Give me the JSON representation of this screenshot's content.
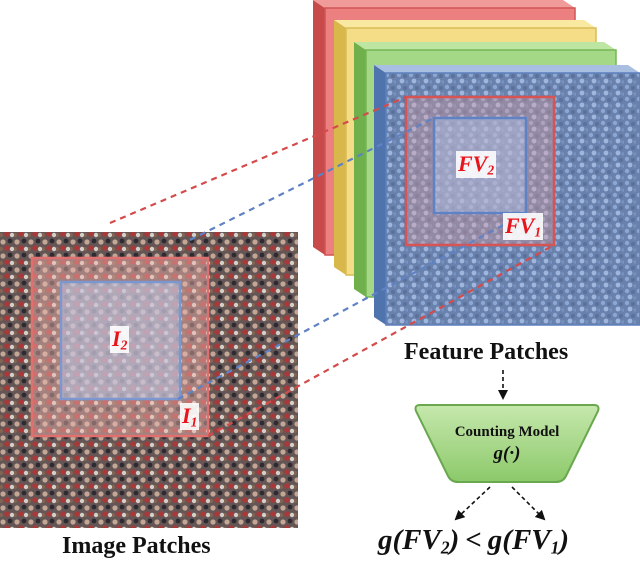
{
  "image_patches": {
    "caption": "Image Patches",
    "inner_label": "I",
    "inner_label_sub": "2",
    "outer_label": "I",
    "outer_label_sub": "1"
  },
  "feature_patches": {
    "caption": "Feature Patches",
    "inner_label": "FV",
    "inner_label_sub": "2",
    "outer_label": "FV",
    "outer_label_sub": "1",
    "layer_colors": [
      "#e86a6a",
      "#f2d56a",
      "#8fcf6a",
      "#6f94c9"
    ]
  },
  "counting_model": {
    "title": "Counting Model",
    "function": "g(·)",
    "fill_color": "#a9d98a",
    "border_color": "#6aa84f"
  },
  "result": {
    "left_func": "g(",
    "left_var": "FV",
    "left_sub": "2",
    "left_close": ")",
    "operator": "<",
    "right_func": "g(",
    "right_var": "FV",
    "right_sub": "1",
    "right_close": ")"
  },
  "colors": {
    "accent_red": "#e8141c",
    "patch_red": "#dd5a5a",
    "patch_blue": "#6f8fc8"
  }
}
